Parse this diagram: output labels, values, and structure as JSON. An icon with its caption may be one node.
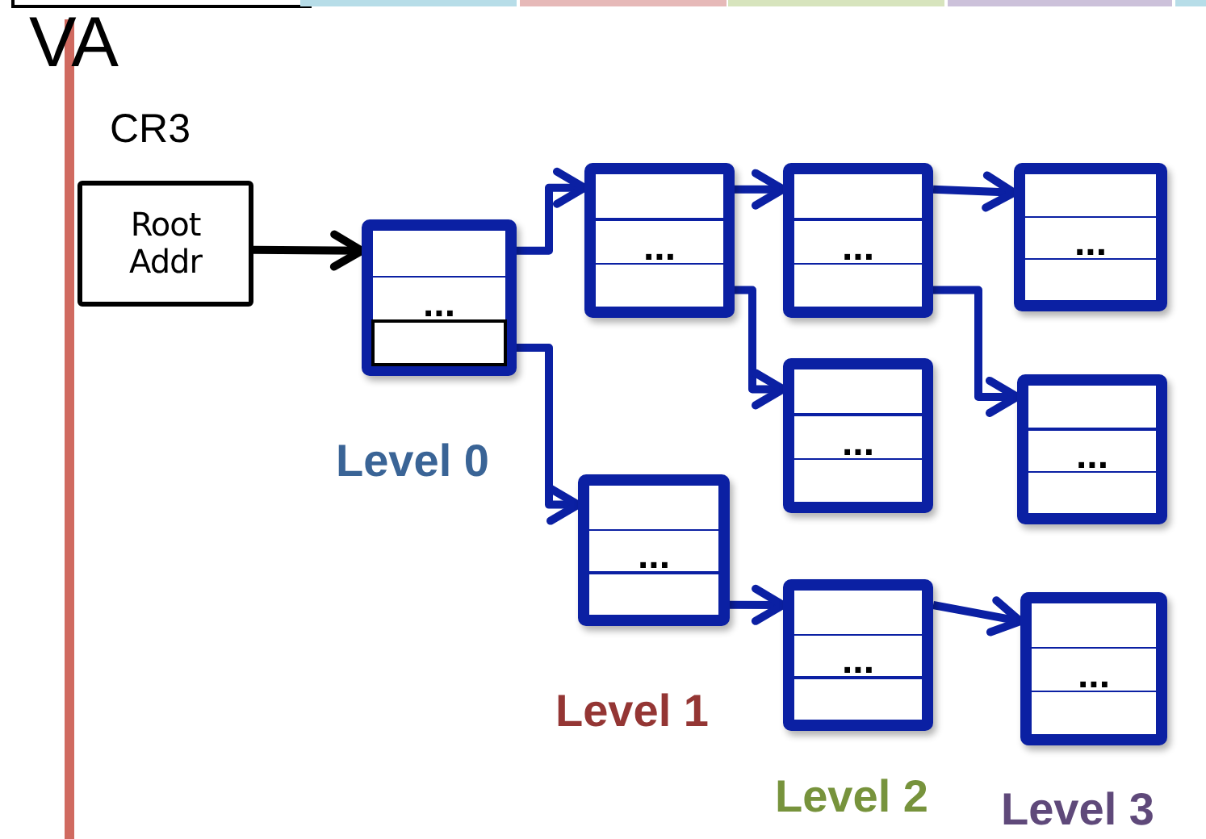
{
  "diagram": {
    "nodes": [
      {
        "text": [
          "CR3",
          "Root Addr"
        ]
      },
      {
        "text": [
          "..."
        ]
      },
      {
        "text": [
          "..."
        ]
      },
      {
        "text": [
          "..."
        ]
      },
      {
        "text": [
          "..."
        ]
      },
      {
        "text": [
          "..."
        ]
      },
      {
        "text": [
          "..."
        ]
      },
      {
        "text": [
          "..."
        ]
      },
      {
        "text": [
          "..."
        ]
      },
      {
        "text": [
          "..."
        ]
      }
    ],
    "edges": [
      {
        "from": 0,
        "to": 1,
        "arrow": "to",
        "color": "#000000"
      },
      {
        "from": 1,
        "to": 2,
        "arrow": "to"
      },
      {
        "from": 2,
        "to": 3,
        "arrow": "to"
      },
      {
        "from": 3,
        "to": 4,
        "arrow": "to"
      },
      {
        "from": 2,
        "to": 5,
        "arrow": "to"
      },
      {
        "from": 3,
        "to": 6,
        "arrow": "to"
      },
      {
        "from": 1,
        "to": 7,
        "arrow": "to"
      },
      {
        "from": 7,
        "to": 8,
        "arrow": "to"
      },
      {
        "from": 8,
        "to": 9,
        "arrow": "to"
      }
    ],
    "labels": [
      "VA",
      "Level 0",
      "Level 1",
      "Level 2",
      "Level 3"
    ]
  }
}
